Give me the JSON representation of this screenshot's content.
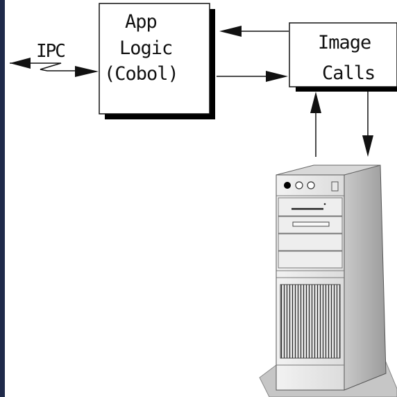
{
  "left_bar_color": "#1f2a4a",
  "ipc": {
    "label": "IPC"
  },
  "app_logic_box": {
    "line1": "App",
    "line2": "Logic",
    "line3": "(Cobol)"
  },
  "image_calls_box": {
    "line1": "Image",
    "line2": "Calls"
  },
  "server": {
    "icon": "server-tower-icon"
  }
}
